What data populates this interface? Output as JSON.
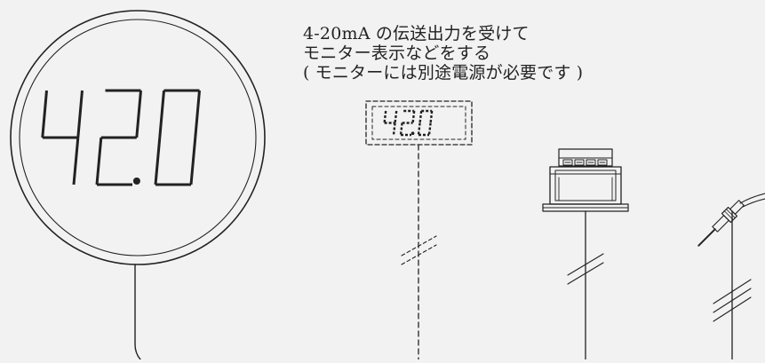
{
  "caption": {
    "line1": "4-20mA の伝送出力を受けて",
    "line2": "モニター表示などをする",
    "line3_open": "(",
    "line3_text": "モニターには別途電源が必要です",
    "line3_close": ")"
  },
  "large_display": {
    "reading": "42.0"
  },
  "small_display": {
    "reading": "42.0"
  },
  "colors": {
    "background": "#f2f2f2",
    "ink": "#222222"
  }
}
